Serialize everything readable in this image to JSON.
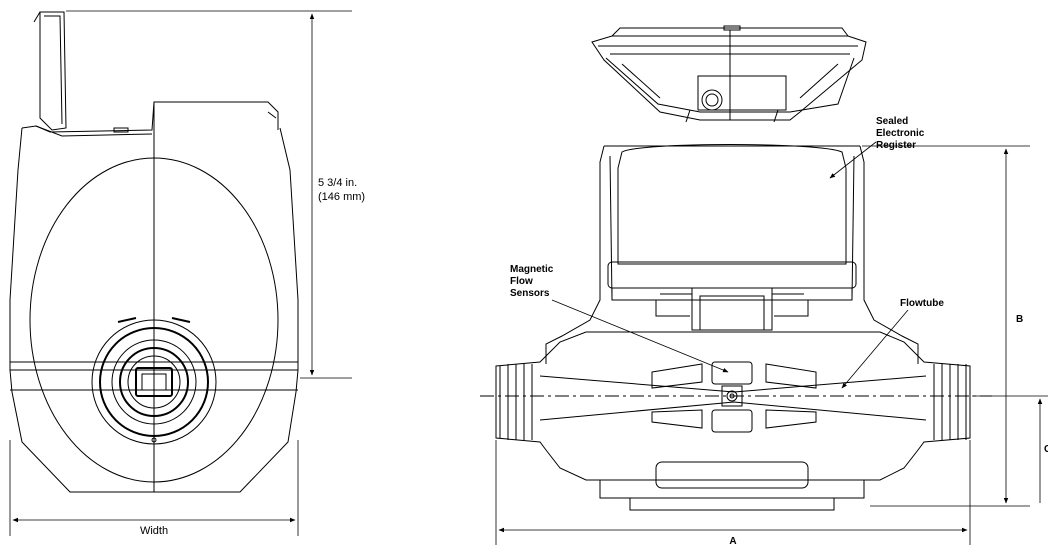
{
  "side_view": {
    "height_dimension_line1": "5 3/4 in.",
    "height_dimension_line2": "(146 mm)",
    "width_label": "Width"
  },
  "front_view": {
    "callout_register": [
      "Sealed",
      "Electronic",
      "Register"
    ],
    "callout_sensors": [
      "Magnetic",
      "Flow",
      "Sensors"
    ],
    "callout_flowtube": "Flowtube",
    "dim_a_label": "A",
    "dim_b_label": "B",
    "dim_c_label": "C"
  }
}
